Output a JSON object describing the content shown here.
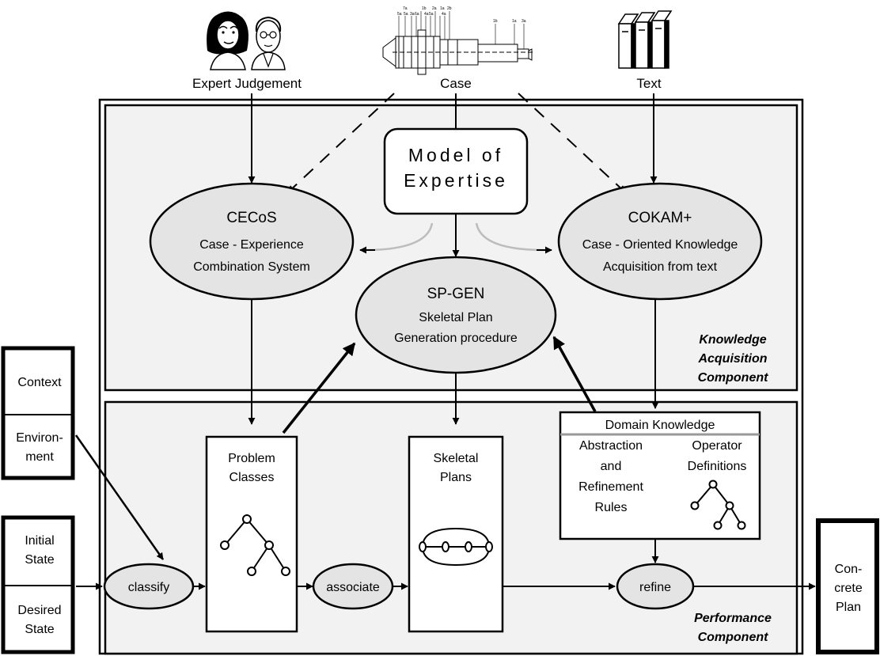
{
  "inputs": {
    "expert_judgement": "Expert  Judgement",
    "case": "Case",
    "text": "Text"
  },
  "drawing_labels": [
    "7a",
    "5a",
    "5a",
    "3a",
    "6a",
    "1b",
    "4a",
    "2a",
    "5a",
    "1a",
    "4a",
    "2b",
    "1b",
    "1a",
    "3a"
  ],
  "model": {
    "line1": "Model of",
    "line2": "Expertise"
  },
  "cecos": {
    "title": "CECoS",
    "line1": "Case - Experience",
    "line2": "Combination System"
  },
  "cokam": {
    "title": "COKAM+",
    "line1": "Case - Oriented Knowledge",
    "line2": "Acquisition from text"
  },
  "spgen": {
    "title": "SP-GEN",
    "line1": "Skeletal Plan",
    "line2": "Generation procedure"
  },
  "knowledge_acquisition": {
    "line1": "Knowledge",
    "line2": "Acquisition",
    "line3": "Component"
  },
  "performance": {
    "line1": "Performance",
    "line2": "Component"
  },
  "left_boxes": {
    "context": "Context",
    "environment": [
      "Environ-",
      "ment"
    ],
    "initial_state": [
      "Initial",
      "State"
    ],
    "desired_state": [
      "Desired",
      "State"
    ]
  },
  "problem_classes": [
    "Problem",
    "Classes"
  ],
  "skeletal_plans": [
    "Skeletal",
    "Plans"
  ],
  "domain_knowledge": {
    "title": "Domain Knowledge",
    "abstraction": [
      "Abstraction",
      "and",
      "Refinement",
      "Rules"
    ],
    "operator": [
      "Operator",
      "Definitions"
    ]
  },
  "processes": {
    "classify": "classify",
    "associate": "associate",
    "refine": "refine"
  },
  "output": [
    "Con-",
    "crete",
    "Plan"
  ]
}
